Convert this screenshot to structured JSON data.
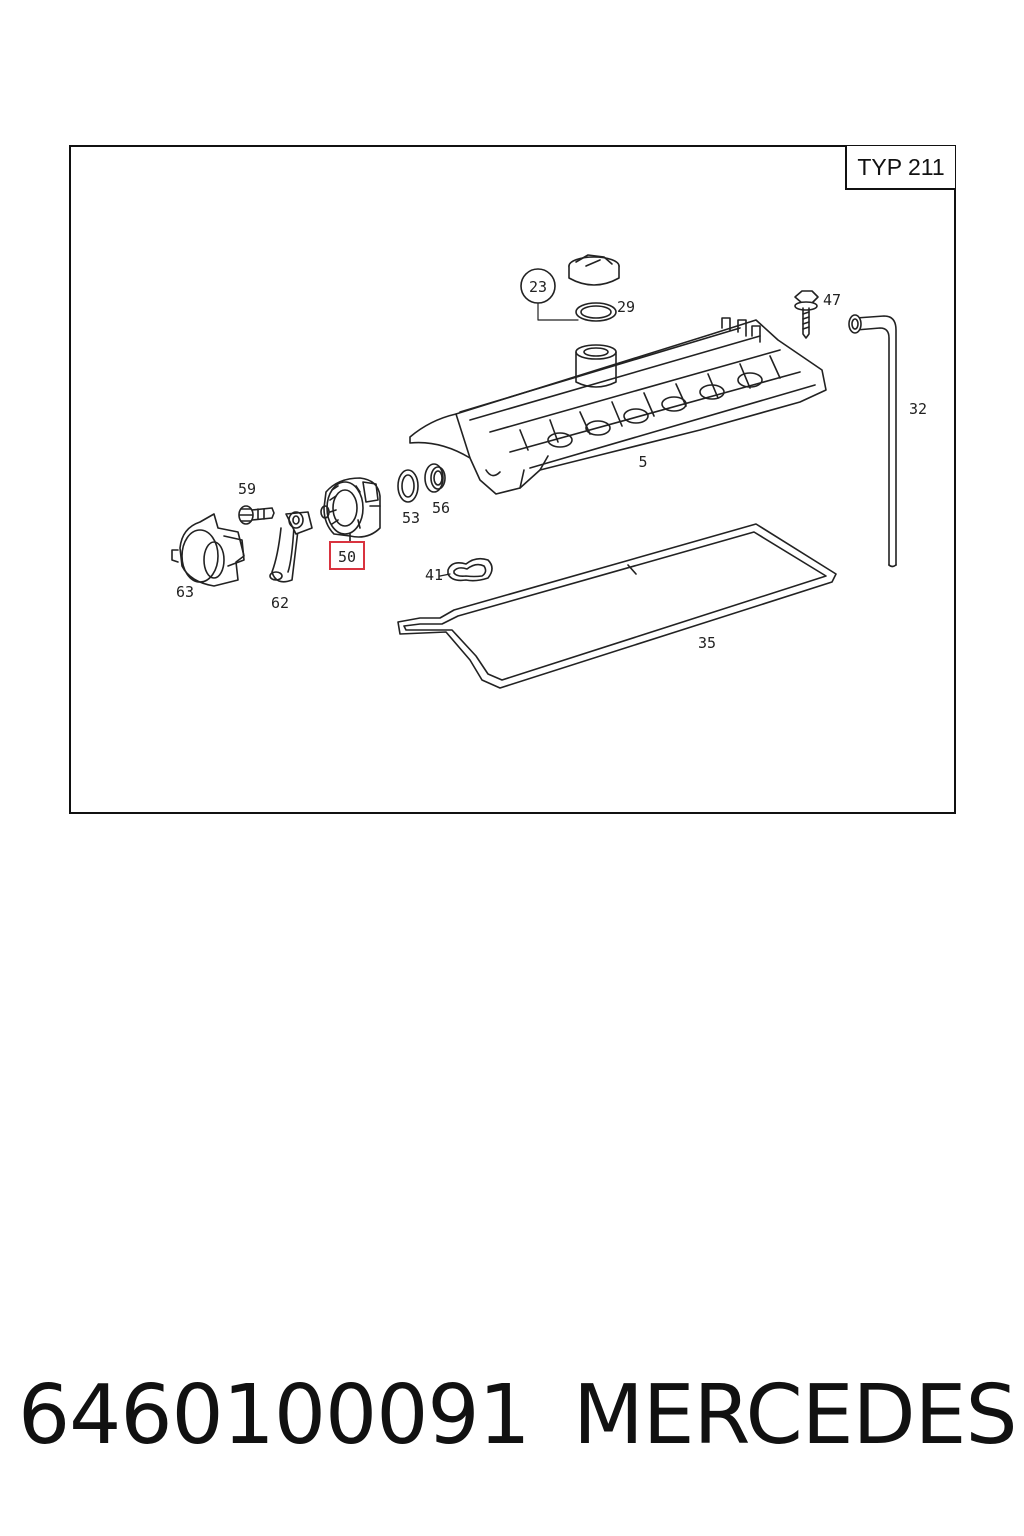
{
  "diagram": {
    "type_label": "TYP 211",
    "highlight_color": "#d9333f",
    "parts": [
      {
        "id": "p23",
        "label": "23",
        "name": "oil-filler-cap"
      },
      {
        "id": "p29",
        "label": "29",
        "name": "filler-cap-seal-ring"
      },
      {
        "id": "p47",
        "label": "47",
        "name": "cover-bolt"
      },
      {
        "id": "p32",
        "label": "32",
        "name": "breather-hose"
      },
      {
        "id": "p5",
        "label": "5",
        "name": "cylinder-head-cover"
      },
      {
        "id": "p53",
        "label": "53",
        "name": "o-ring"
      },
      {
        "id": "p56",
        "label": "56",
        "name": "seal-ring"
      },
      {
        "id": "p59",
        "label": "59",
        "name": "screw"
      },
      {
        "id": "p50",
        "label": "50",
        "name": "oil-separator",
        "highlighted": true
      },
      {
        "id": "p63",
        "label": "63",
        "name": "separator-housing-cover"
      },
      {
        "id": "p62",
        "label": "62",
        "name": "vent-hose"
      },
      {
        "id": "p41",
        "label": "41",
        "name": "spark-plug-seal"
      },
      {
        "id": "p35",
        "label": "35",
        "name": "cover-gasket"
      }
    ]
  },
  "footer": {
    "part_number": "6460100091",
    "brand": "MERCEDES"
  }
}
